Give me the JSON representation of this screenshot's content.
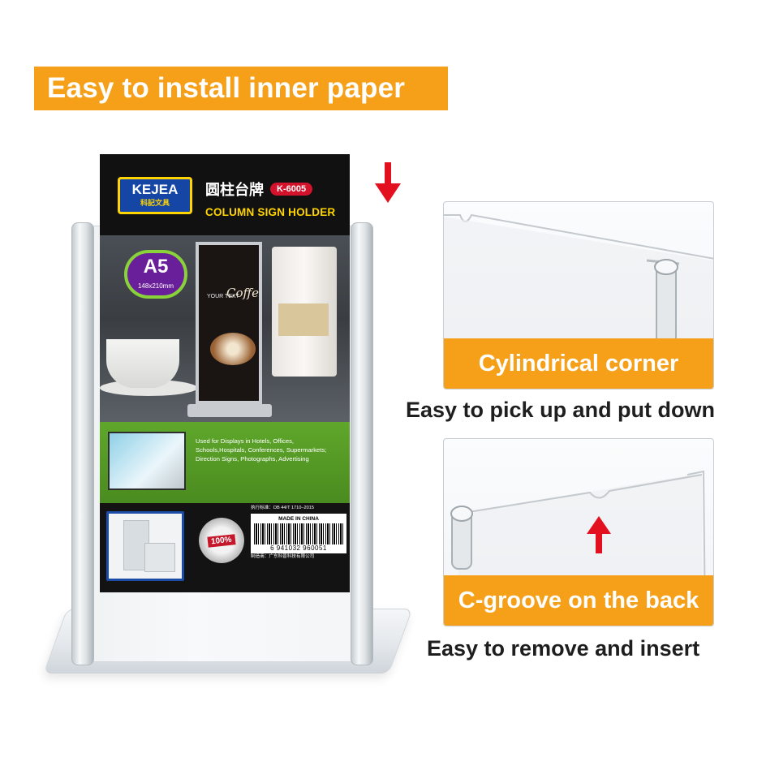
{
  "headline": "Easy to install inner paper",
  "poster": {
    "brand": "KEJEA",
    "brand_cn": "科記文具",
    "product_cn": "圆柱台牌",
    "model": "K-6005",
    "product_en": "COLUMN SIGN HOLDER",
    "size": "A5",
    "size_dims": "148x210mm",
    "mini_text": "YOUR TEXT",
    "mini_coffee": "Coffee",
    "usage": "Used for Displays in Hotels, Offices, Schools,Hospitals, Conferences, Supermarkets; Direction Signs, Photographs, Advertising",
    "standard": "执行标准：DB 44/T 1710–2015",
    "made_in": "MADE IN CHINA",
    "barcode": "6 941032 960051",
    "manufacturer": "制造商：广东科普科技有限公司",
    "seal": "100%"
  },
  "features": [
    {
      "title": "Cylindrical corner",
      "subtitle": "Easy to pick up and put down"
    },
    {
      "title": "C-groove on the back",
      "subtitle": "Easy to remove and insert"
    }
  ],
  "colors": {
    "accent": "#f6a01a",
    "arrow": "#e3101f",
    "text": "#1e1e1e"
  },
  "icons": {
    "down": "arrow-down-icon",
    "up": "arrow-up-icon"
  }
}
